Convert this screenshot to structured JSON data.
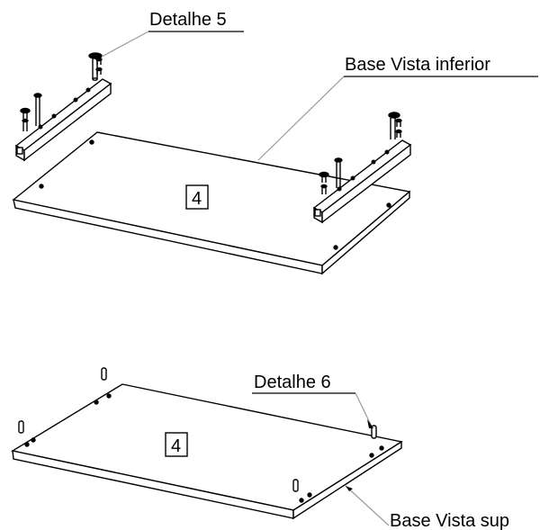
{
  "labels": {
    "detail_top": "Detalhe 5",
    "view_bottom_side": "Base  Vista inferior",
    "detail_bottom": "Detalhe 6",
    "view_top_side": "Base  Vista sup"
  },
  "part_numbers": {
    "upper_panel": "4",
    "lower_panel": "4"
  },
  "colors": {
    "line": "#000000",
    "leader": "#9a9a9a",
    "background": "#ffffff"
  }
}
